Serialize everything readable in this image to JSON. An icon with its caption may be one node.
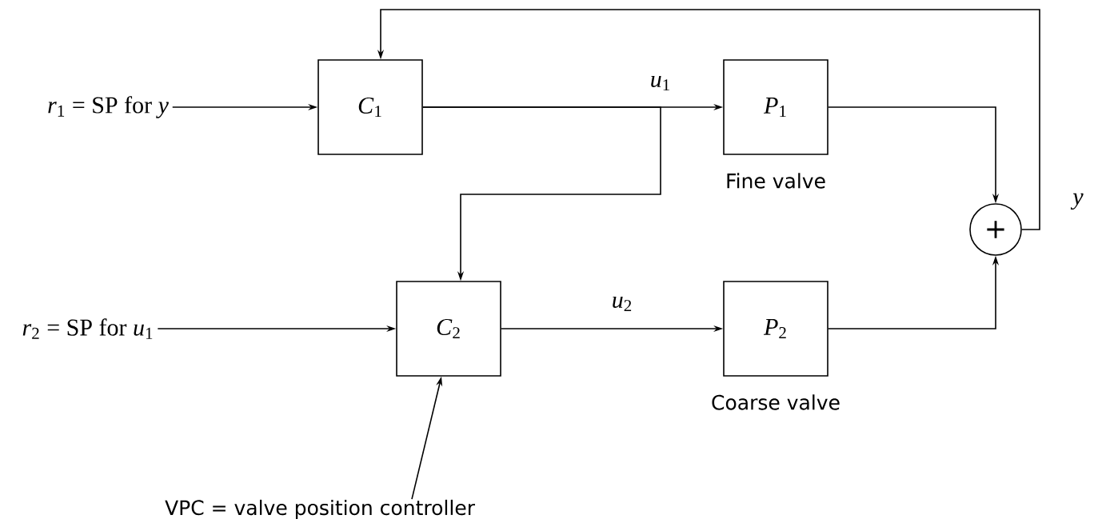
{
  "diagram": {
    "nodes": [
      {
        "text": [
          "*r*$_{1}$ = SP for *y*"
        ]
      },
      {
        "text": [
          "*C*$_{1}$"
        ]
      },
      {
        "text": [
          "*P*$_{1}$"
        ],
        "beside": [
          "Fine valve"
        ]
      },
      {
        "text": [
          "+"
        ]
      },
      {
        "text": [
          "*r*$_{2}$ = SP for *u*$_{1}$"
        ]
      },
      {
        "text": [
          "*C*$_{2}$"
        ]
      },
      {
        "text": [
          "*P*$_{2}$"
        ],
        "beside": [
          "Coarse valve"
        ]
      },
      {
        "text": [
          "VPC = valve position controller"
        ]
      }
    ],
    "edges": [
      {
        "from": 0,
        "to": 1,
        "arrow": "to"
      },
      {
        "from": 1,
        "to": 2,
        "arrow": "to",
        "label": "*u*$_{1}$"
      },
      {
        "from": 1,
        "to": 5,
        "arrow": "to"
      },
      {
        "from": 2,
        "to": 3,
        "arrow": "to"
      },
      {
        "from": 3,
        "to": 1,
        "arrow": "to"
      },
      {
        "from": 4,
        "to": 5,
        "arrow": "to"
      },
      {
        "from": 5,
        "to": 6,
        "arrow": "to",
        "label": "*u*$_{2}$"
      },
      {
        "from": 6,
        "to": 3,
        "arrow": "to"
      },
      {
        "from": 7,
        "to": 5,
        "arrow": "to"
      }
    ],
    "labels": [
      "*y*"
    ]
  }
}
